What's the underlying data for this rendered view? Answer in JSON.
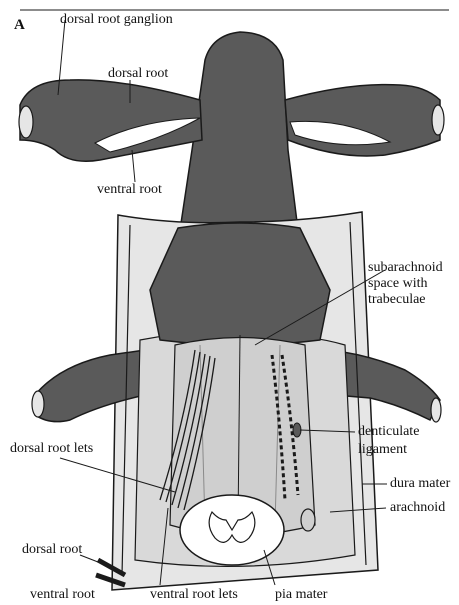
{
  "figure": {
    "panel_letter": "A",
    "colors": {
      "nerve": "#5a5a5a",
      "outline": "#1a1a1a",
      "dura": "#e6e6e6",
      "arachnoid": "#c9c9c9",
      "pia": "#d6d6d6",
      "white": "#ffffff"
    },
    "labels": {
      "dorsal_root_ganglion": "dorsal root ganglion",
      "dorsal_root_top": "dorsal root",
      "ventral_root_top": "ventral root",
      "subarachnoid_line1": "subarachnoid",
      "subarachnoid_line2": "space with",
      "subarachnoid_line3": "trabeculae",
      "denticulate_line1": "denticulate",
      "denticulate_line2": "ligament",
      "dura_mater": "dura mater",
      "arachnoid": "arachnoid",
      "dorsal_root_lets": "dorsal root lets",
      "dorsal_root_bottom": "dorsal root",
      "ventral_root_bottom": "ventral root",
      "ventral_root_lets": "ventral root lets",
      "pia_mater": "pia mater"
    }
  }
}
